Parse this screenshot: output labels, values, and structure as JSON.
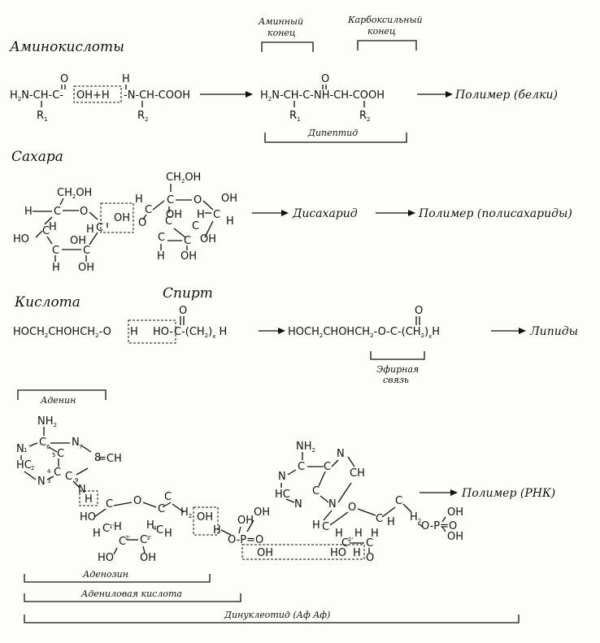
{
  "amino": {
    "heading": "Аминокислоты",
    "amine_end_1": "Аминный",
    "amine_end_2": "конец",
    "carboxyl_end_1": "Карбоксильный",
    "carboxyl_end_2": "конец",
    "result": "Полимер (белки)",
    "dipeptide": "Дипептид"
  },
  "sugars": {
    "heading": "Сахара",
    "disaccharide": "Дисахарид",
    "result": "Полимер (полисахариды)"
  },
  "lipids": {
    "acid": "Кислота",
    "alcohol": "Спирт",
    "result": "Липиды",
    "ester_1": "Эфирная",
    "ester_2": "связь"
  },
  "nucleotides": {
    "adenine": "Аденин",
    "result": "Полимер (РНК)",
    "adenosine": "Аденозин",
    "adenylic_acid": "Адениловая кислота",
    "dinucleotide": "Динуклеотид (Аф Аф)"
  }
}
